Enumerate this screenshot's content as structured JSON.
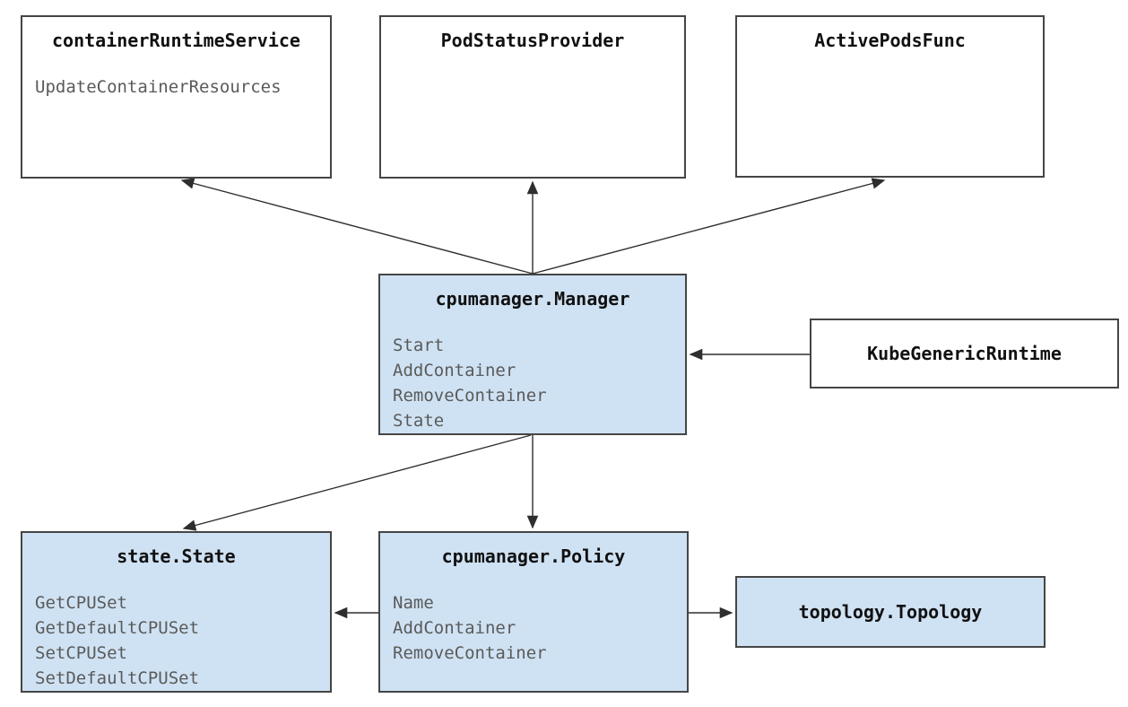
{
  "colors": {
    "background": "#ffffff",
    "node_fill_highlight": "#cfe2f3",
    "node_fill_plain": "#ffffff",
    "node_border": "#454545",
    "title_text": "#111111",
    "method_text": "#5a5a5a",
    "arrow": "#2e2e2e"
  },
  "nodes": {
    "container_runtime_service": {
      "title": "containerRuntimeService",
      "methods": [
        "UpdateContainerResources"
      ]
    },
    "pod_status_provider": {
      "title": "PodStatusProvider"
    },
    "active_pods_func": {
      "title": "ActivePodsFunc"
    },
    "cpumanager_manager": {
      "title": "cpumanager.Manager",
      "methods": [
        "Start",
        "AddContainer",
        "RemoveContainer",
        "State"
      ]
    },
    "kube_generic_runtime": {
      "title": "KubeGenericRuntime"
    },
    "state_state": {
      "title": "state.State",
      "methods": [
        "GetCPUSet",
        "GetDefaultCPUSet",
        "SetCPUSet",
        "SetDefaultCPUSet"
      ]
    },
    "cpumanager_policy": {
      "title": "cpumanager.Policy",
      "methods": [
        "Name",
        "AddContainer",
        "RemoveContainer"
      ]
    },
    "topology_topology": {
      "title": "topology.Topology"
    }
  },
  "edges": [
    {
      "from": "cpumanager.Manager",
      "to": "containerRuntimeService"
    },
    {
      "from": "cpumanager.Manager",
      "to": "PodStatusProvider"
    },
    {
      "from": "cpumanager.Manager",
      "to": "ActivePodsFunc"
    },
    {
      "from": "KubeGenericRuntime",
      "to": "cpumanager.Manager"
    },
    {
      "from": "cpumanager.Manager",
      "to": "state.State"
    },
    {
      "from": "cpumanager.Manager",
      "to": "cpumanager.Policy"
    },
    {
      "from": "cpumanager.Policy",
      "to": "state.State"
    },
    {
      "from": "cpumanager.Policy",
      "to": "topology.Topology"
    }
  ]
}
